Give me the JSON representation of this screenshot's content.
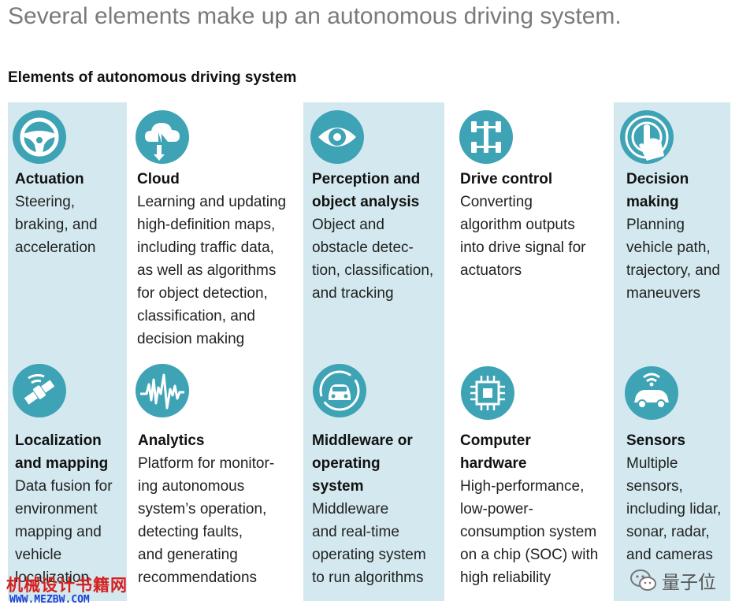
{
  "headline": "Several elements make up an autonomous driving system.",
  "subtitle": "Elements of autonomous driving system",
  "colors": {
    "accent": "#3ea3b5",
    "column_bg": "#d3e9ef",
    "icon_fg": "#ffffff"
  },
  "elements": [
    {
      "title": "Actuation",
      "description": "Steering,\nbraking, and\nacceleration",
      "icon": "steering-wheel-icon"
    },
    {
      "title": "Cloud",
      "description": "Learning and updating\nhigh-definition maps,\nincluding traffic data,\nas well as algorithms\nfor object detection,\nclassification, and\ndecision making",
      "icon": "cloud-sync-icon"
    },
    {
      "title": "Perception and\nobject analysis",
      "description": "Object and\nobstacle detec-\ntion, classification,\nand tracking",
      "icon": "eye-icon"
    },
    {
      "title": "Drive control",
      "description": "Converting\nalgorithm outputs\ninto drive signal for\nactuators",
      "icon": "chassis-icon"
    },
    {
      "title": "Decision\nmaking",
      "description": "Planning\nvehicle path,\ntrajectory, and\nmaneuvers",
      "icon": "touch-icon"
    },
    {
      "title": "Localization\nand mapping",
      "description": "Data fusion for\nenvironment\nmapping and\nvehicle\nlocalization",
      "icon": "satellite-icon"
    },
    {
      "title": "Analytics",
      "description": "Platform for monitor-\ning autonomous\nsystem’s operation,\ndetecting faults,\nand generating\nrecommendations",
      "icon": "pulse-icon"
    },
    {
      "title": "Middleware or\noperating\nsystem",
      "description": "Middleware\nand real-time\noperating system\nto run algorithms",
      "icon": "car-circle-icon"
    },
    {
      "title": "Computer\nhardware",
      "description": "High-performance,\nlow-power-\nconsumption system\non a chip (SOC) with\nhigh reliability",
      "icon": "chip-icon"
    },
    {
      "title": "Sensors",
      "description": "Multiple\nsensors,\nincluding lidar,\nsonar, radar,\nand cameras",
      "icon": "car-sensor-icon"
    }
  ],
  "watermarks": {
    "left_cn": "机械设计书籍网",
    "left_url": "WWW.MEZBW.COM",
    "right_name": "量子位"
  }
}
